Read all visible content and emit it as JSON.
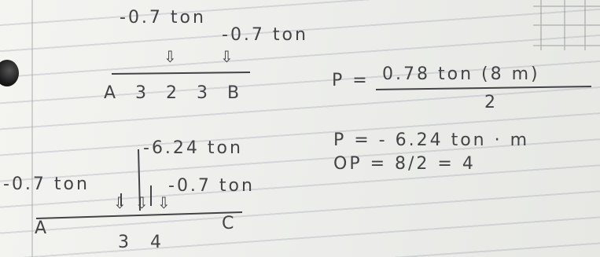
{
  "notes": {
    "top_beam": {
      "load_left": "-0.7 ton",
      "load_right": "-0.7 ton",
      "labels": "A 3 2 3 B"
    },
    "formula": {
      "line1_lhs": "P =",
      "line1_numerator": "0.78 ton (8 m)",
      "line1_denominator": "2",
      "line2": "P = - 6.24 ton · m",
      "line3": "OP = 8/2 = 4"
    },
    "bottom_beam": {
      "load_top": "-6.24 ton",
      "load_left": "-0.7 ton",
      "load_right": "-0.7 ton",
      "label_a": "A",
      "label_c": "C",
      "labels_mid": "3 4"
    }
  }
}
